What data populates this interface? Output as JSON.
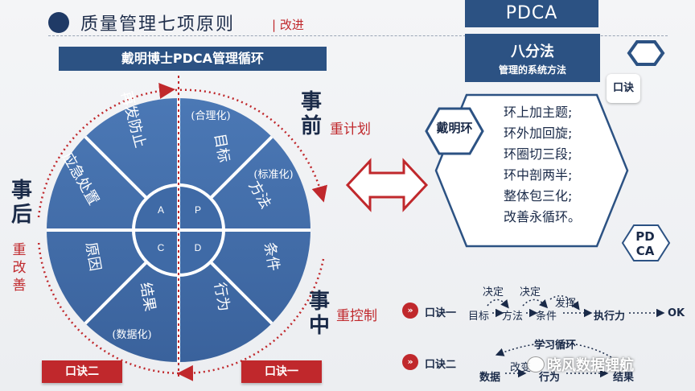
{
  "header": {
    "title": "质量管理七项原则",
    "subtitle": "改进"
  },
  "pdca_tag": "PDCA",
  "circle_banner": "戴明博士PDCA管理循环",
  "wheel": {
    "segments": {
      "p_top": "目标",
      "p_top_note": "(合理化)",
      "p_side": "方法",
      "p_side_note": "(标准化)",
      "d_side": "条件",
      "d_bottom": "行为",
      "c_bottom": "结果",
      "c_bottom_note": "(数据化)",
      "c_side": "原因",
      "a_side": "应急处置",
      "a_top": "再发防止"
    },
    "center": {
      "a": "A",
      "p": "P",
      "c": "C",
      "d": "D"
    }
  },
  "phases": {
    "before_big": "事前",
    "before_red": "重计划",
    "after_big": "事后",
    "after_red": "重改善",
    "during_big": "事中",
    "during_red": "重控制"
  },
  "buttons": {
    "left": "口诀二",
    "right": "口诀一"
  },
  "right_panel": {
    "bafa_title": "八分法",
    "bafa_sub": "管理的系统方法",
    "koujue_tag": "口诀",
    "dmh_label": "戴明环",
    "rules": [
      "环上加主题;",
      "环外加回旋;",
      "环圈切三段;",
      "环中剖两半;",
      "整体包三化;",
      "改善永循环。"
    ],
    "pdca_hex": [
      "PD",
      "CA"
    ]
  },
  "flow1": {
    "label": "口诀一",
    "decide1": "决定",
    "decide2": "决定",
    "play": "发挥",
    "target": "目标",
    "method": "方法",
    "condition": "条件",
    "exec": "执行力",
    "ok": "OK"
  },
  "flow2": {
    "label": "口诀二",
    "learn": "学习循环",
    "change": "改变",
    "data": "数据",
    "action": "行为",
    "result": "结果"
  },
  "watermark": "晓风数据锂航",
  "colors": {
    "navy": "#2c5283",
    "wheel_blue": "#3f6aa6",
    "red": "#c0282c"
  }
}
